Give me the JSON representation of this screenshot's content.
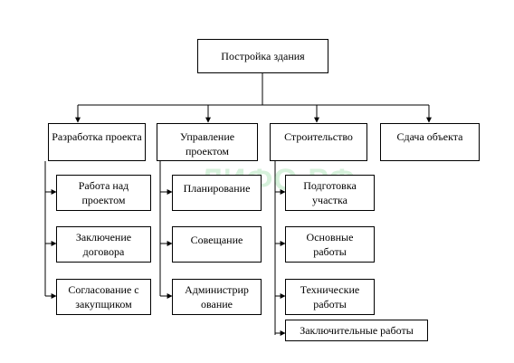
{
  "root": {
    "label": "Постройка здания"
  },
  "branches": [
    {
      "label": "Разработка проекта",
      "children": [
        "Работа над проектом",
        "Заключение договора",
        "Согласование с закупщиком"
      ]
    },
    {
      "label": "Управление проектом",
      "children": [
        "Планирование",
        "Совещание",
        "Администрир ование"
      ]
    },
    {
      "label": "Строительство",
      "children": [
        "Подготовка участка",
        "Основные работы",
        "Технические работы",
        "Заключительные работы"
      ]
    },
    {
      "label": "Сдача объекта",
      "children": []
    }
  ],
  "watermark": {
    "text": "ЛИФО.РФ",
    "color": "#46be5a"
  }
}
